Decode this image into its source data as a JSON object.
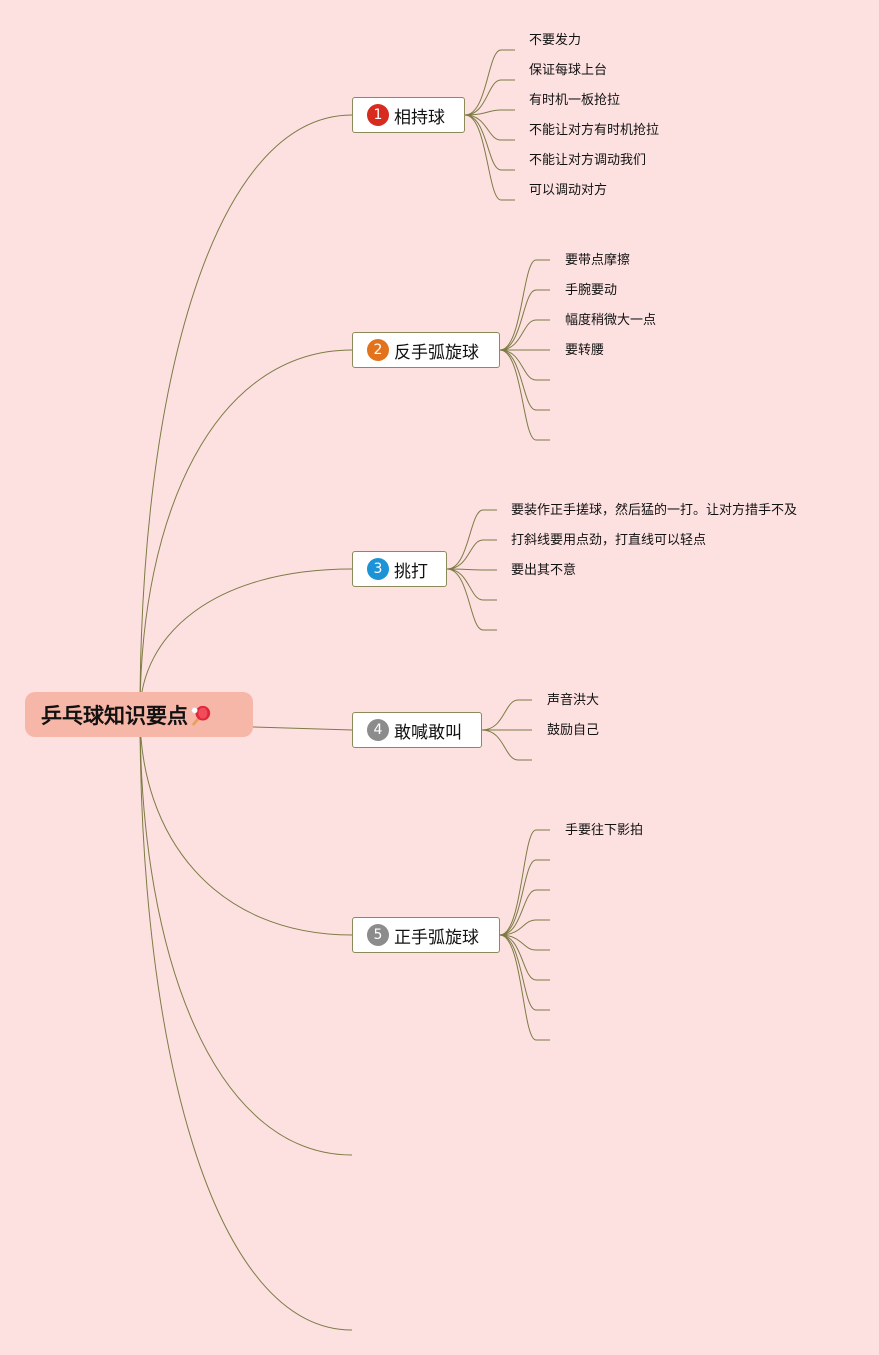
{
  "root": {
    "title": "乒乓球知识要点",
    "icon": "ping-pong-icon"
  },
  "colors": {
    "background": "#fde1e1",
    "root_fill": "#f7b7a8",
    "line": "#7d7b45",
    "badge_red": "#d62b1e",
    "badge_orange": "#e2731c",
    "badge_blue": "#1c93d6",
    "badge_gray": "#8c8c8c"
  },
  "branches": [
    {
      "num": "1",
      "label": "相持球",
      "badge_color": "#d62b1e",
      "items": [
        "不要发力",
        "保证每球上台",
        "有时机一板抢拉",
        "不能让对方有时机抢拉",
        "不能让对方调动我们",
        "可以调动对方"
      ]
    },
    {
      "num": "2",
      "label": "反手弧旋球",
      "badge_color": "#e2731c",
      "items": [
        "要带点摩擦",
        "手腕要动",
        "幅度稍微大一点",
        "要转腰",
        "",
        "",
        ""
      ]
    },
    {
      "num": "3",
      "label": "挑打",
      "badge_color": "#1c93d6",
      "items": [
        "要装作正手搓球，然后猛的一打。让对方措手不及",
        "打斜线要用点劲，打直线可以轻点",
        "要出其不意",
        "",
        ""
      ]
    },
    {
      "num": "4",
      "label": "敢喊敢叫",
      "badge_color": "#8c8c8c",
      "items": [
        "声音洪大",
        "鼓励自己",
        ""
      ]
    },
    {
      "num": "5",
      "label": "正手弧旋球",
      "badge_color": "#8c8c8c",
      "items": [
        "手要往下影拍",
        "",
        "",
        "",
        "",
        "",
        "",
        ""
      ]
    }
  ]
}
